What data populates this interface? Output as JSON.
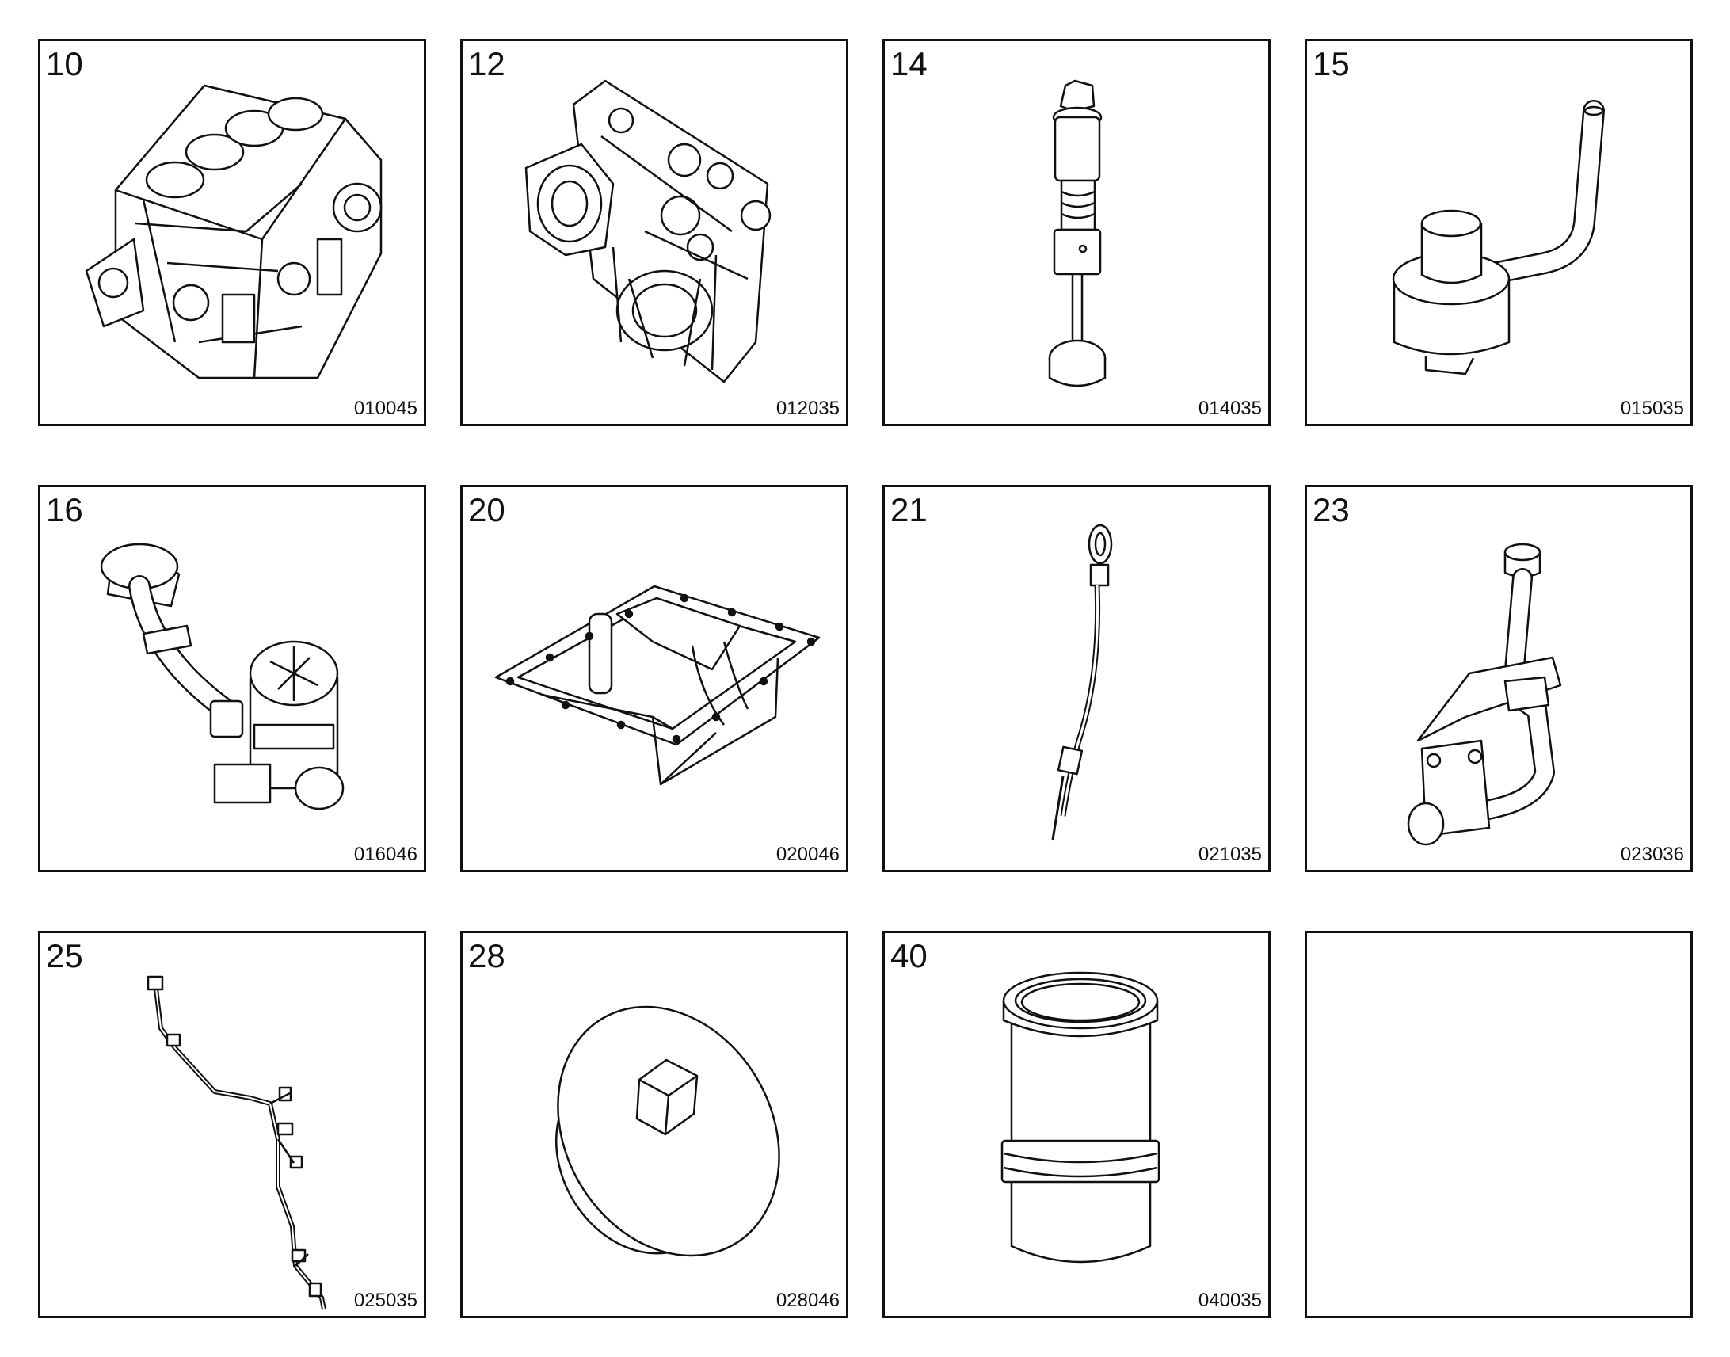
{
  "cells": [
    {
      "number": "10",
      "code": "010045",
      "icon": "engine-block-icon"
    },
    {
      "number": "12",
      "code": "012035",
      "icon": "timing-cover-icon"
    },
    {
      "number": "14",
      "code": "014035",
      "icon": "valve-assembly-icon"
    },
    {
      "number": "15",
      "code": "015035",
      "icon": "bent-pipe-fitting-icon"
    },
    {
      "number": "16",
      "code": "016046",
      "icon": "oil-pump-pickup-icon"
    },
    {
      "number": "20",
      "code": "020046",
      "icon": "oil-pan-icon"
    },
    {
      "number": "21",
      "code": "021035",
      "icon": "dipstick-icon"
    },
    {
      "number": "23",
      "code": "023036",
      "icon": "oil-filler-tube-icon"
    },
    {
      "number": "25",
      "code": "025035",
      "icon": "wiring-harness-icon"
    },
    {
      "number": "28",
      "code": "028046",
      "icon": "hex-plug-icon"
    },
    {
      "number": "40",
      "code": "040035",
      "icon": "cylinder-liner-icon"
    },
    {
      "number": "",
      "code": "",
      "icon": ""
    }
  ]
}
